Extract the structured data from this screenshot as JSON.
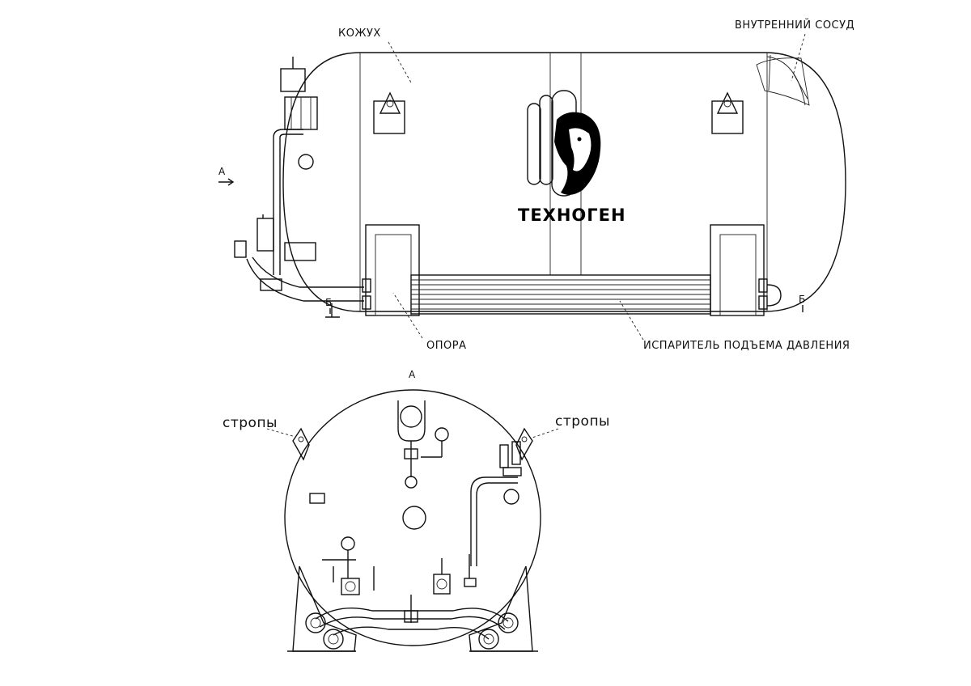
{
  "side_view": {
    "labels": {
      "shell": "КОЖУХ",
      "inner_vessel": "ВНУТРЕННИЙ СОСУД",
      "support": "ОПОРА",
      "evaporator": "ИСПАРИТЕЛЬ ПОДЪЕМА ДАВЛЕНИЯ"
    },
    "view_mark_a": "А",
    "section_mark_left": "Б",
    "section_mark_right": "Б",
    "brand_text": "ТЕХНОГЕН"
  },
  "end_view": {
    "view_title": "А",
    "sling_left": "стропы",
    "sling_right": "стропы"
  },
  "colors": {
    "line": "#111111",
    "background": "#ffffff"
  }
}
